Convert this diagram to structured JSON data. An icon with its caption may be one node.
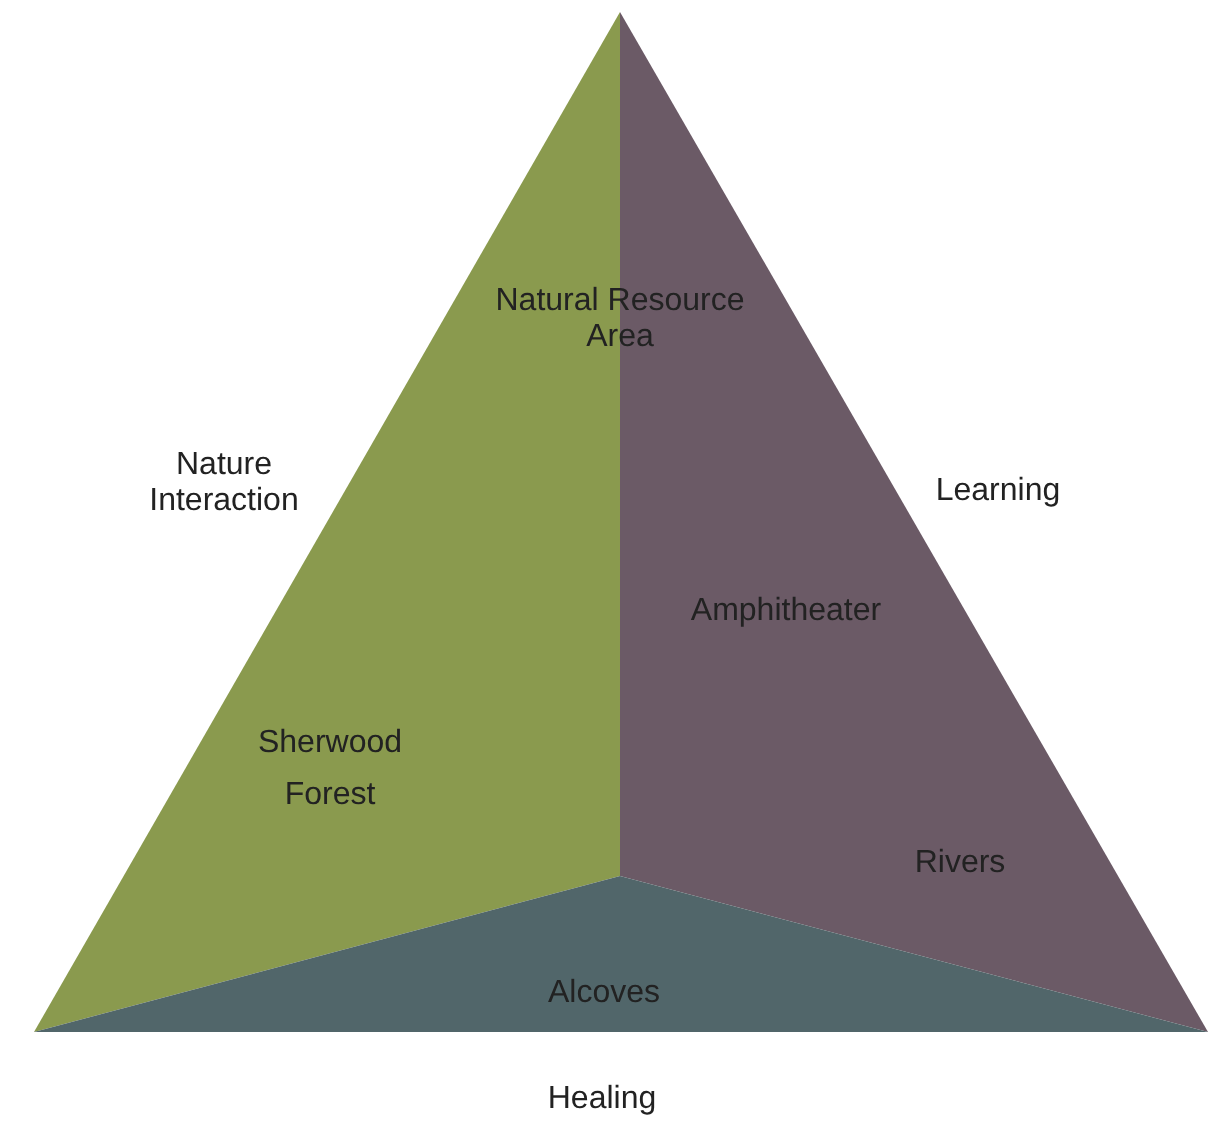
{
  "diagram": {
    "nodes": [
      {
        "text": [
          "Sherwood Forest"
        ],
        "beside": [
          "Nature Interaction"
        ]
      },
      {
        "text": [
          "Amphitheater",
          "Rivers"
        ],
        "beside": [
          "Learning"
        ]
      },
      {
        "text": [
          "Alcoves"
        ],
        "beside": [
          "Healing"
        ]
      }
    ],
    "labels": [
      "Natural Resource Area"
    ]
  }
}
